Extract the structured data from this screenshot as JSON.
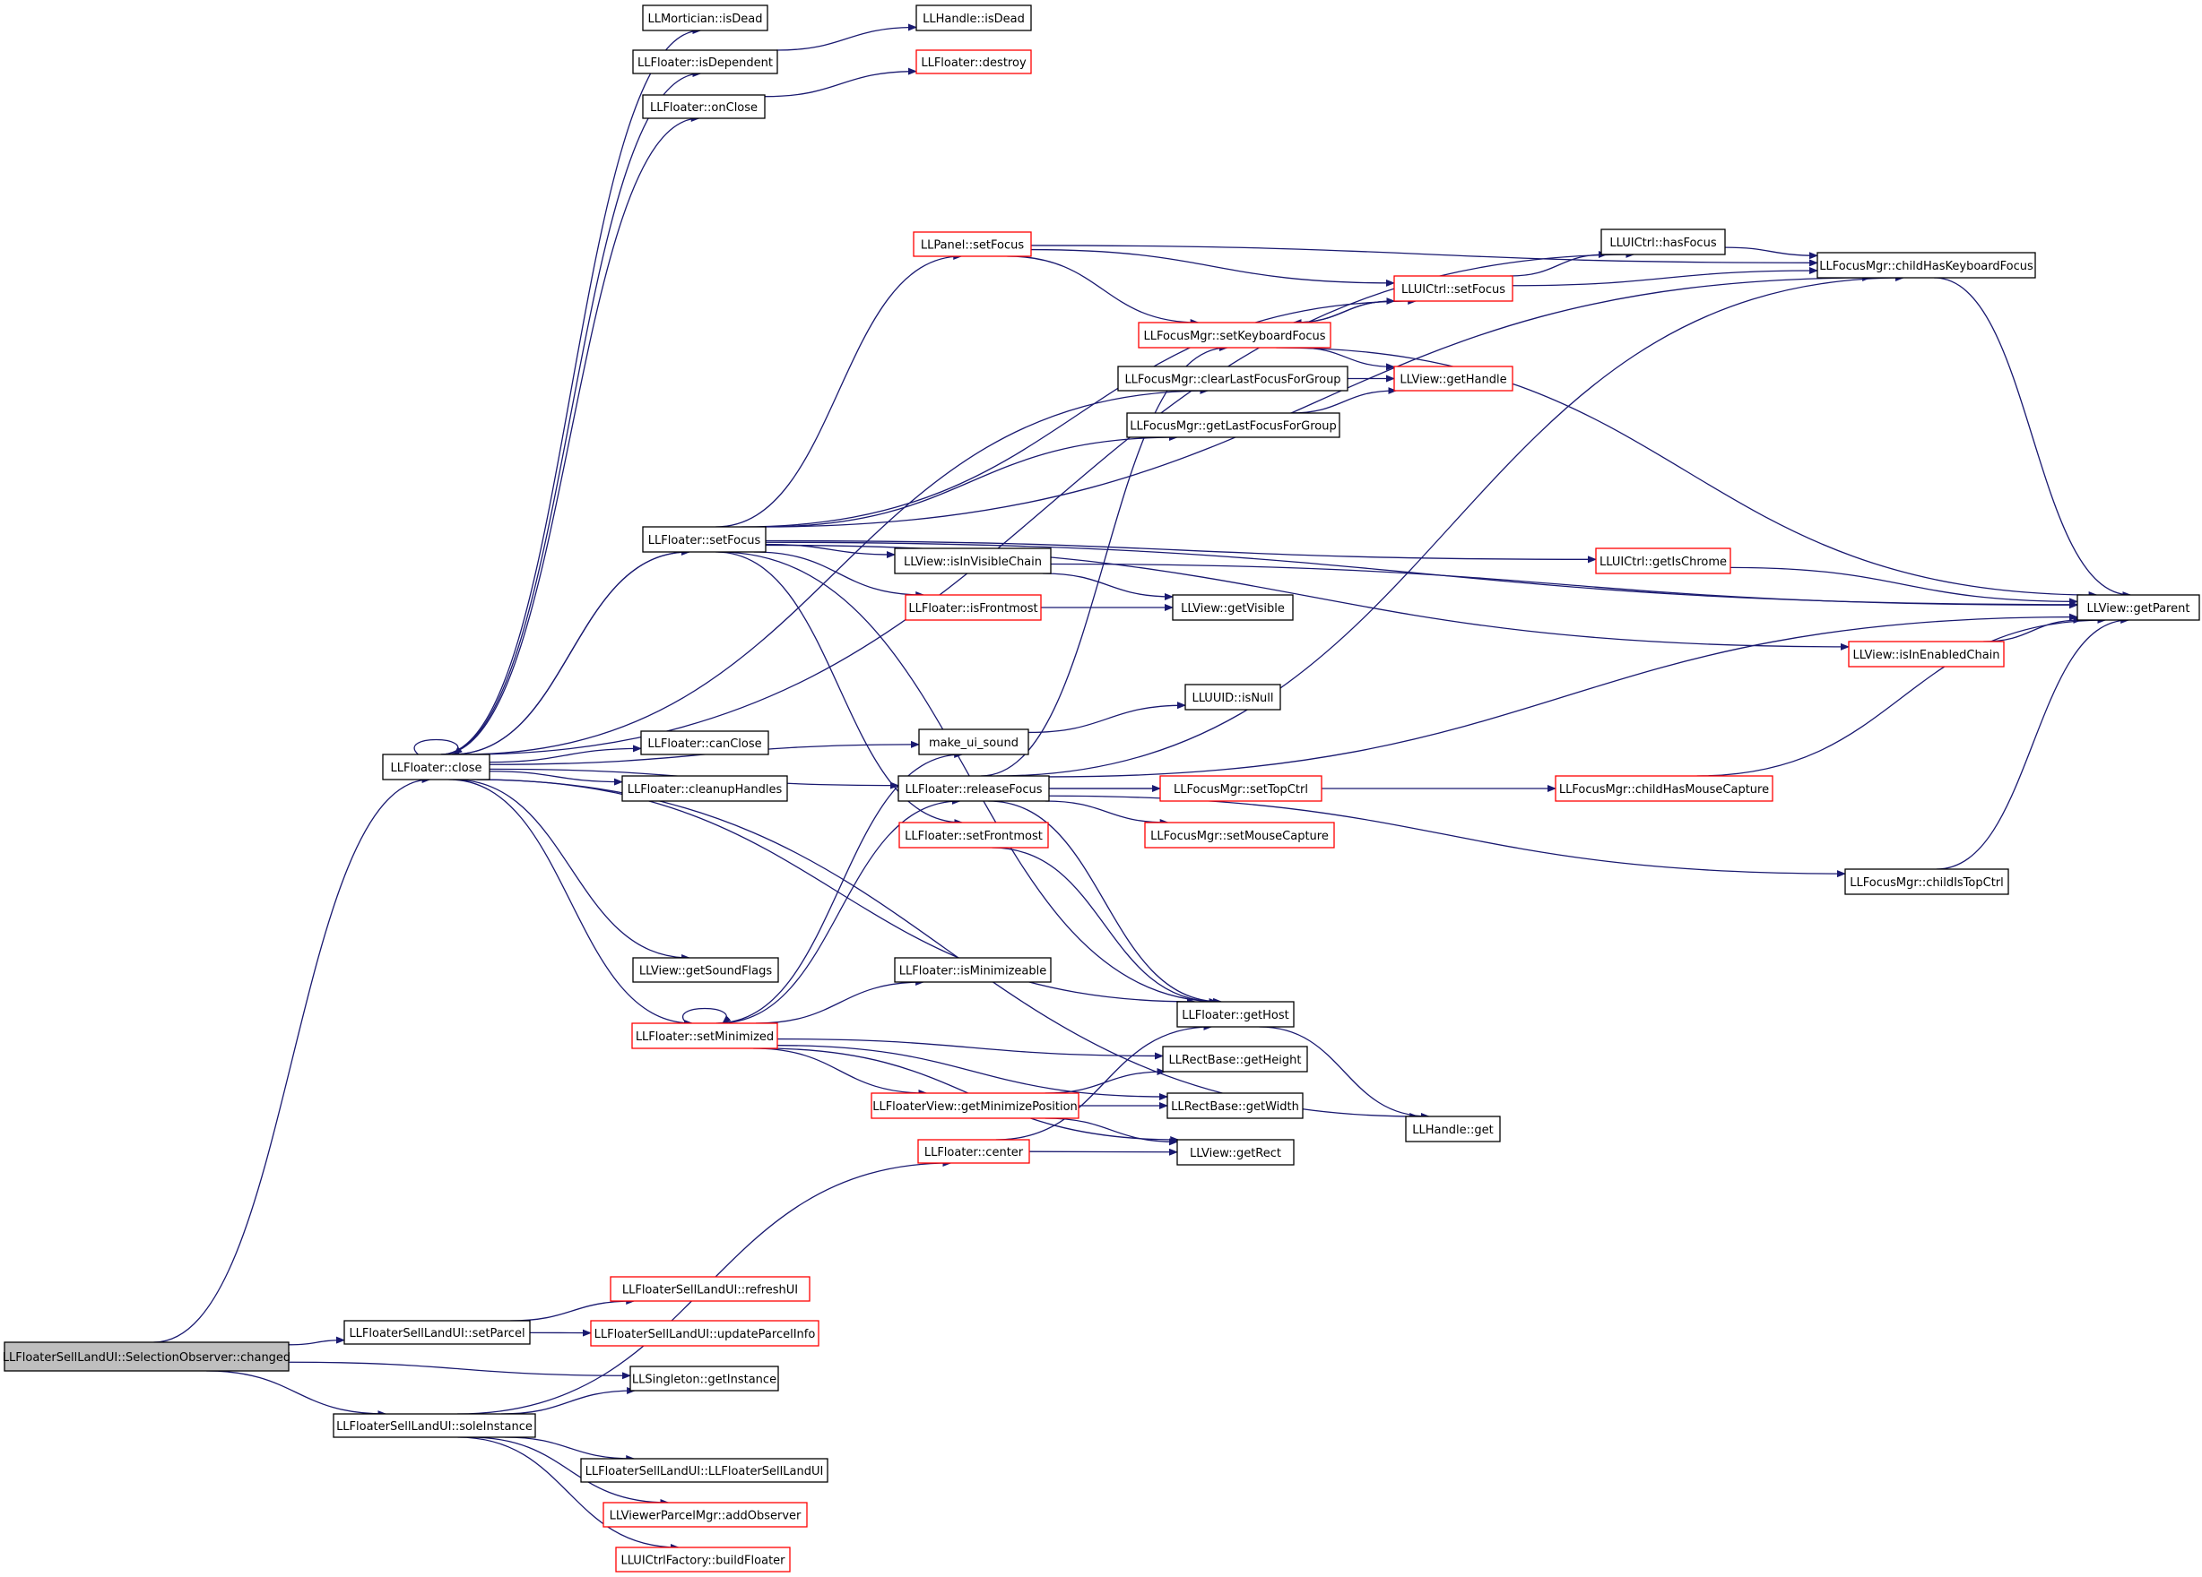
{
  "colors": {
    "edge": "#191970",
    "border_complete": "#000000",
    "border_truncated": "#ff0000",
    "root_fill": "#bfbfbf",
    "node_fill": "#ffffff"
  },
  "nodes": [
    {
      "id": "root",
      "label": "LLFloaterSellLandUI::SelectionObserver::changed",
      "border": "black",
      "fill": "gray"
    },
    {
      "id": "close",
      "label": "LLFloater::close",
      "border": "black"
    },
    {
      "id": "setParcel",
      "label": "LLFloaterSellLandUI::setParcel",
      "border": "black"
    },
    {
      "id": "getInstance",
      "label": "LLSingleton::getInstance",
      "border": "black"
    },
    {
      "id": "soleInstance",
      "label": "LLFloaterSellLandUI::soleInstance",
      "border": "black"
    },
    {
      "id": "refreshUI",
      "label": "LLFloaterSellLandUI::refreshUI",
      "border": "red"
    },
    {
      "id": "updateParcelInfo",
      "label": "LLFloaterSellLandUI::updateParcelInfo",
      "border": "red"
    },
    {
      "id": "ctor",
      "label": "LLFloaterSellLandUI::LLFloaterSellLandUI",
      "border": "black"
    },
    {
      "id": "addObserver",
      "label": "LLViewerParcelMgr::addObserver",
      "border": "red"
    },
    {
      "id": "buildFloater",
      "label": "LLUICtrlFactory::buildFloater",
      "border": "red"
    },
    {
      "id": "isDead",
      "label": "LLMortician::isDead",
      "border": "black"
    },
    {
      "id": "isDependent",
      "label": "LLFloater::isDependent",
      "border": "black"
    },
    {
      "id": "onClose",
      "label": "LLFloater::onClose",
      "border": "black"
    },
    {
      "id": "handleIsDead",
      "label": "LLHandle::isDead",
      "border": "black"
    },
    {
      "id": "destroy",
      "label": "LLFloater::destroy",
      "border": "red"
    },
    {
      "id": "fSetFocus",
      "label": "LLFloater::setFocus",
      "border": "black"
    },
    {
      "id": "canClose",
      "label": "LLFloater::canClose",
      "border": "black"
    },
    {
      "id": "cleanupHandles",
      "label": "LLFloater::cleanupHandles",
      "border": "black"
    },
    {
      "id": "getSoundFlags",
      "label": "LLView::getSoundFlags",
      "border": "black"
    },
    {
      "id": "setMinimized",
      "label": "LLFloater::setMinimized",
      "border": "red"
    },
    {
      "id": "makeUiSound",
      "label": "make_ui_sound",
      "border": "black"
    },
    {
      "id": "releaseFocus",
      "label": "LLFloater::releaseFocus",
      "border": "black"
    },
    {
      "id": "setFrontmost",
      "label": "LLFloater::setFrontmost",
      "border": "red"
    },
    {
      "id": "isMinimizeable",
      "label": "LLFloater::isMinimizeable",
      "border": "black"
    },
    {
      "id": "getMinPos",
      "label": "LLFloaterView::getMinimizePosition",
      "border": "red"
    },
    {
      "id": "center",
      "label": "LLFloater::center",
      "border": "red"
    },
    {
      "id": "pSetFocus",
      "label": "LLPanel::setFocus",
      "border": "red"
    },
    {
      "id": "uSetFocus",
      "label": "LLUICtrl::setFocus",
      "border": "red"
    },
    {
      "id": "hasFocus",
      "label": "LLUICtrl::hasFocus",
      "border": "black"
    },
    {
      "id": "childKbFocus",
      "label": "LLFocusMgr::childHasKeyboardFocus",
      "border": "black"
    },
    {
      "id": "setKbFocus",
      "label": "LLFocusMgr::setKeyboardFocus",
      "border": "red"
    },
    {
      "id": "clearLastFocus",
      "label": "LLFocusMgr::clearLastFocusForGroup",
      "border": "black"
    },
    {
      "id": "getHandle",
      "label": "LLView::getHandle",
      "border": "red"
    },
    {
      "id": "getLastFocus",
      "label": "LLFocusMgr::getLastFocusForGroup",
      "border": "black"
    },
    {
      "id": "isInVisibleChain",
      "label": "LLView::isInVisibleChain",
      "border": "black"
    },
    {
      "id": "isFrontmost",
      "label": "LLFloater::isFrontmost",
      "border": "red"
    },
    {
      "id": "getVisible",
      "label": "LLView::getVisible",
      "border": "black"
    },
    {
      "id": "getIsChrome",
      "label": "LLUICtrl::getIsChrome",
      "border": "red"
    },
    {
      "id": "getParent",
      "label": "LLView::getParent",
      "border": "black"
    },
    {
      "id": "isInEnabledChain",
      "label": "LLView::isInEnabledChain",
      "border": "red"
    },
    {
      "id": "isNull",
      "label": "LLUUID::isNull",
      "border": "black"
    },
    {
      "id": "setTopCtrl",
      "label": "LLFocusMgr::setTopCtrl",
      "border": "red"
    },
    {
      "id": "setMouseCapture",
      "label": "LLFocusMgr::setMouseCapture",
      "border": "red"
    },
    {
      "id": "childMouseCapture",
      "label": "LLFocusMgr::childHasMouseCapture",
      "border": "red"
    },
    {
      "id": "childIsTopCtrl",
      "label": "LLFocusMgr::childIsTopCtrl",
      "border": "black"
    },
    {
      "id": "getHost",
      "label": "LLFloater::getHost",
      "border": "black"
    },
    {
      "id": "getHeight",
      "label": "LLRectBase::getHeight",
      "border": "black"
    },
    {
      "id": "getWidth",
      "label": "LLRectBase::getWidth",
      "border": "black"
    },
    {
      "id": "getRect",
      "label": "LLView::getRect",
      "border": "black"
    },
    {
      "id": "handleGet",
      "label": "LLHandle::get",
      "border": "black"
    }
  ],
  "edges": [
    [
      "root",
      "close"
    ],
    [
      "root",
      "setParcel"
    ],
    [
      "root",
      "getInstance"
    ],
    [
      "root",
      "soleInstance"
    ],
    [
      "setParcel",
      "refreshUI"
    ],
    [
      "setParcel",
      "updateParcelInfo"
    ],
    [
      "soleInstance",
      "getInstance"
    ],
    [
      "soleInstance",
      "ctor"
    ],
    [
      "soleInstance",
      "addObserver"
    ],
    [
      "soleInstance",
      "buildFloater"
    ],
    [
      "soleInstance",
      "center"
    ],
    [
      "close",
      "close"
    ],
    [
      "close",
      "isDead"
    ],
    [
      "close",
      "isDependent"
    ],
    [
      "close",
      "onClose"
    ],
    [
      "close",
      "fSetFocus"
    ],
    [
      "close",
      "canClose"
    ],
    [
      "close",
      "cleanupHandles"
    ],
    [
      "close",
      "getSoundFlags"
    ],
    [
      "close",
      "setMinimized"
    ],
    [
      "close",
      "makeUiSound"
    ],
    [
      "close",
      "releaseFocus"
    ],
    [
      "close",
      "handleGet"
    ],
    [
      "close",
      "hasFocus"
    ],
    [
      "close",
      "clearLastFocus"
    ],
    [
      "close",
      "getHost"
    ],
    [
      "isDependent",
      "handleIsDead"
    ],
    [
      "onClose",
      "destroy"
    ],
    [
      "fSetFocus",
      "pSetFocus"
    ],
    [
      "fSetFocus",
      "uSetFocus"
    ],
    [
      "fSetFocus",
      "childKbFocus"
    ],
    [
      "fSetFocus",
      "getLastFocus"
    ],
    [
      "fSetFocus",
      "isInVisibleChain"
    ],
    [
      "fSetFocus",
      "isFrontmost"
    ],
    [
      "fSetFocus",
      "getIsChrome"
    ],
    [
      "fSetFocus",
      "getParent"
    ],
    [
      "fSetFocus",
      "isInEnabledChain"
    ],
    [
      "fSetFocus",
      "setFrontmost"
    ],
    [
      "fSetFocus",
      "getHost"
    ],
    [
      "fSetFocus",
      "close"
    ],
    [
      "pSetFocus",
      "uSetFocus"
    ],
    [
      "pSetFocus",
      "setKbFocus"
    ],
    [
      "pSetFocus",
      "childKbFocus"
    ],
    [
      "uSetFocus",
      "hasFocus"
    ],
    [
      "uSetFocus",
      "childKbFocus"
    ],
    [
      "uSetFocus",
      "setKbFocus"
    ],
    [
      "hasFocus",
      "childKbFocus"
    ],
    [
      "childKbFocus",
      "getParent"
    ],
    [
      "setKbFocus",
      "uSetFocus"
    ],
    [
      "setKbFocus",
      "getHandle"
    ],
    [
      "setKbFocus",
      "getParent"
    ],
    [
      "clearLastFocus",
      "getHandle"
    ],
    [
      "getLastFocus",
      "getHandle"
    ],
    [
      "isInVisibleChain",
      "getVisible"
    ],
    [
      "isInVisibleChain",
      "getParent"
    ],
    [
      "isFrontmost",
      "getVisible"
    ],
    [
      "getIsChrome",
      "getParent"
    ],
    [
      "isInEnabledChain",
      "getParent"
    ],
    [
      "makeUiSound",
      "isNull"
    ],
    [
      "releaseFocus",
      "setTopCtrl"
    ],
    [
      "releaseFocus",
      "setMouseCapture"
    ],
    [
      "releaseFocus",
      "childMouseCapture"
    ],
    [
      "releaseFocus",
      "childIsTopCtrl"
    ],
    [
      "releaseFocus",
      "childKbFocus"
    ],
    [
      "releaseFocus",
      "setKbFocus"
    ],
    [
      "releaseFocus",
      "getHost"
    ],
    [
      "releaseFocus",
      "getParent"
    ],
    [
      "childMouseCapture",
      "getParent"
    ],
    [
      "childIsTopCtrl",
      "getParent"
    ],
    [
      "setFrontmost",
      "getHost"
    ],
    [
      "setMinimized",
      "setMinimized"
    ],
    [
      "setMinimized",
      "isMinimizeable"
    ],
    [
      "setMinimized",
      "getMinPos"
    ],
    [
      "setMinimized",
      "getHeight"
    ],
    [
      "setMinimized",
      "getWidth"
    ],
    [
      "setMinimized",
      "getRect"
    ],
    [
      "setMinimized",
      "releaseFocus"
    ],
    [
      "setMinimized",
      "makeUiSound"
    ],
    [
      "getMinPos",
      "getHeight"
    ],
    [
      "getMinPos",
      "getWidth"
    ],
    [
      "getMinPos",
      "getRect"
    ],
    [
      "center",
      "getRect"
    ],
    [
      "center",
      "getHost"
    ],
    [
      "getHost",
      "handleGet"
    ]
  ]
}
